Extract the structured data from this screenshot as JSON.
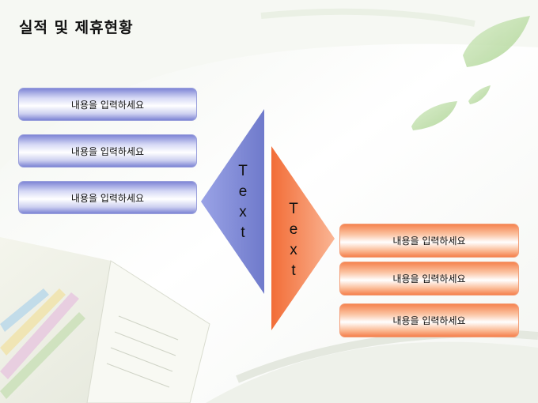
{
  "title": "실적 및 제휴현황",
  "left_boxes": [
    {
      "label": "내용을 입력하세요"
    },
    {
      "label": "내용을 입력하세요"
    },
    {
      "label": "내용을 입력하세요"
    }
  ],
  "right_boxes": [
    {
      "label": "내용을 입력하세요"
    },
    {
      "label": "내용을 입력하세요"
    },
    {
      "label": "내용을 입력하세요"
    }
  ],
  "blue_triangle": {
    "letters": [
      "T",
      "e",
      "x",
      "t"
    ]
  },
  "orange_triangle": {
    "letters": [
      "T",
      "e",
      "x",
      "t"
    ]
  },
  "colors": {
    "blue_accent": "#7b84d6",
    "orange_accent": "#f6834e",
    "leaf_green": "#b9dca0"
  }
}
